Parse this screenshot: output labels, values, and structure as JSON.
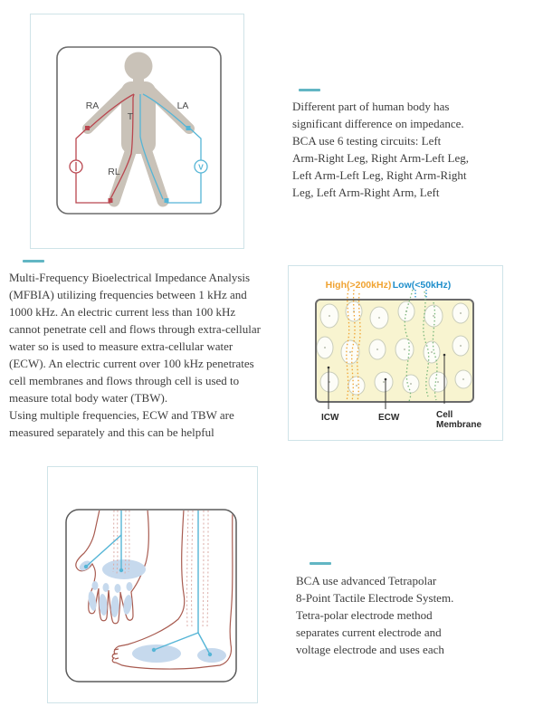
{
  "colors": {
    "accent": "#62b6c4",
    "box-border": "#cfe3e8",
    "text-color": "#3c3c3c",
    "silhouette": "#c9c2b8",
    "circuit-red": "#b9464f",
    "circuit-blue": "#55b5d6",
    "outline-brick": "#a85b50",
    "pad-blue": "#c6d9ed",
    "cell-bg": "#f8f4d0",
    "cell-stroke": "#c9cdbb",
    "orange-label": "#f0a230",
    "blue-label": "#1e8ecb",
    "green-dots": "#79b77a",
    "dotted-pink": "#dbaba6",
    "rect-border": "#6b6b6b"
  },
  "sections": {
    "circuits": {
      "text_lines": [
        "Different part of human body has",
        "significant difference on impedance.",
        "BCA use 6 testing circuits: Left",
        "Arm-Right Leg, Right Arm-Left Leg,",
        "Left Arm-Left Leg, Right Arm-Right",
        "Leg, Left Arm-Right Arm, Left"
      ],
      "diagram": {
        "label_ra": "RA",
        "label_la": "LA",
        "label_t": "T",
        "label_rl": "RL",
        "voltage_symbol": "V"
      }
    },
    "mfbia": {
      "text_lines": [
        "Multi-Frequency Bioelectrical Impedance Analysis",
        "(MFBIA) utilizing frequencies between 1 kHz and",
        "1000 kHz. An electric current less than 100 kHz",
        "cannot penetrate cell and flows through extra-cellular",
        "water so is used to measure extra-cellular water",
        "(ECW). An electric current over 100 kHz penetrates",
        "cell membranes and flows through cell is used to",
        "measure total body water (TBW).",
        "Using multiple frequencies, ECW and TBW are",
        "measured separately and this can be helpful"
      ]
    },
    "cell_diagram": {
      "high_label": "High(>200kHz)",
      "low_label": "Low(<50kHz)",
      "icw_label": "ICW",
      "ecw_label": "ECW",
      "membrane_label_line1": "Cell",
      "membrane_label_line2": "Membrane"
    },
    "electrodes": {
      "text_lines": [
        "BCA use advanced Tetrapolar",
        "8-Point Tactile Electrode System.",
        "Tetra-polar electrode method",
        "separates current electrode and",
        "voltage electrode and uses each"
      ]
    }
  }
}
